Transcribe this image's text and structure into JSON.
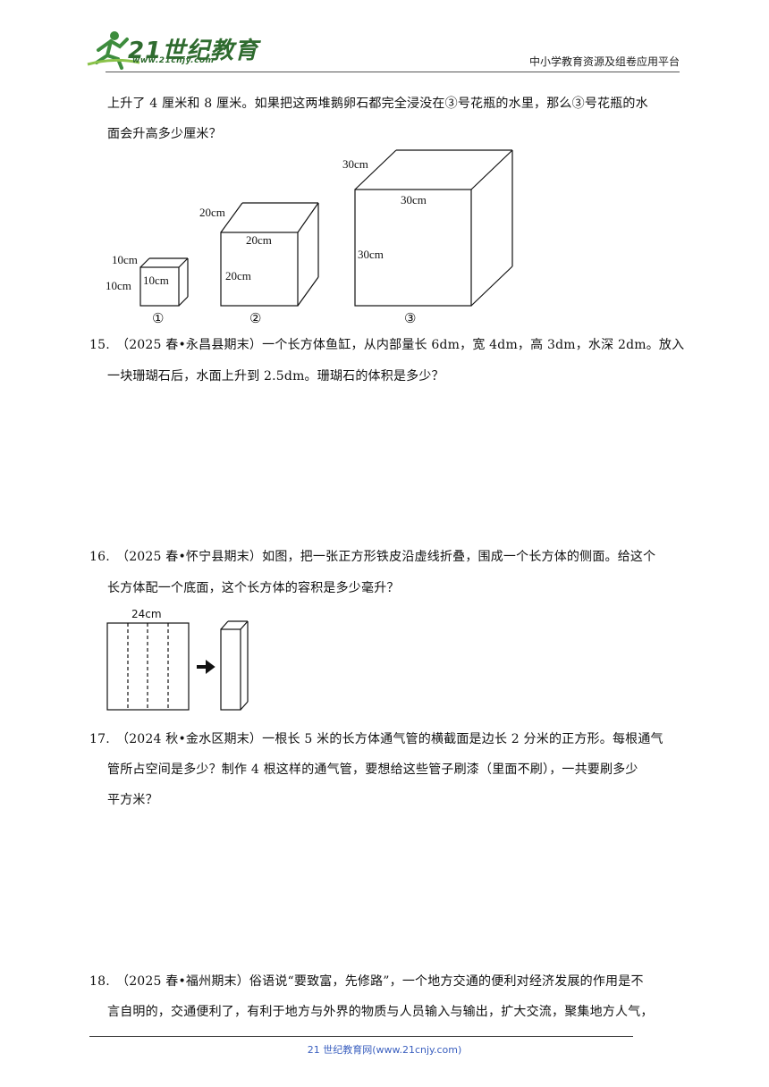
{
  "header": {
    "logo_text": "21世纪教育",
    "logo_url": "www.21cnjy.com",
    "platform": "中小学教育资源及组卷应用平台"
  },
  "q14_cont": {
    "line1": "上升了 4 厘米和 8 厘米。如果把这两堆鹅卵石都完全浸没在③号花瓶的水里，那么③号花瓶的水",
    "line2": "面会升高多少厘米？"
  },
  "cubes": {
    "c1": {
      "top": "10cm",
      "left": "10cm",
      "front": "10cm",
      "num": "①"
    },
    "c2": {
      "top": "20cm",
      "front_top": "20cm",
      "front_left": "20cm",
      "num": "②"
    },
    "c3": {
      "top": "30cm",
      "front_top": "30cm",
      "front_left": "30cm",
      "num": "③"
    }
  },
  "q15": {
    "num": "15.",
    "line1": "（2025 春•永昌县期末）一个长方体鱼缸，从内部量长 6dm，宽 4dm，高 3dm，水深 2dm。放入",
    "line2": "一块珊瑚石后，水面上升到 2.5dm。珊瑚石的体积是多少？"
  },
  "q16": {
    "num": "16.",
    "line1": "（2025 春•怀宁县期末）如图，把一张正方形铁皮沿虚线折叠，围成一个长方体的侧面。给这个",
    "line2": "长方体配一个底面，这个长方体的容积是多少毫升？",
    "dim": "24cm"
  },
  "q17": {
    "num": "17.",
    "line1": "（2024 秋•金水区期末）一根长 5 米的长方体通气管的横截面是边长 2 分米的正方形。每根通气",
    "line2": "管所占空间是多少？制作 4 根这样的通气管，要想给这些管子刷漆（里面不刷），一共要刷多少",
    "line3": "平方米？"
  },
  "q18": {
    "num": "18.",
    "line1": "（2025 春•福州期末）俗语说“要致富，先修路”，一个地方交通的便利对经济发展的作用是不",
    "line2": "言自明的，交通便利了，有利于地方与外界的物质与人员输入与输出，扩大交流，聚集地方人气，"
  },
  "footer": "21 世纪教育网(www.21cnjy.com)"
}
